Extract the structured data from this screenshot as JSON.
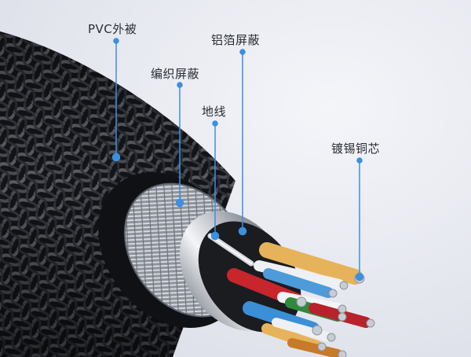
{
  "labels": {
    "pvc_jacket": "PVC外被",
    "foil_shield": "铝箔屏蔽",
    "braid_shield": "编织屏蔽",
    "ground_wire": "地线",
    "tinned_copper": "镀锡铜芯"
  },
  "colors": {
    "leader": "#3d8fe0",
    "jacket": "#16171b",
    "background": "#e9ebf1"
  }
}
